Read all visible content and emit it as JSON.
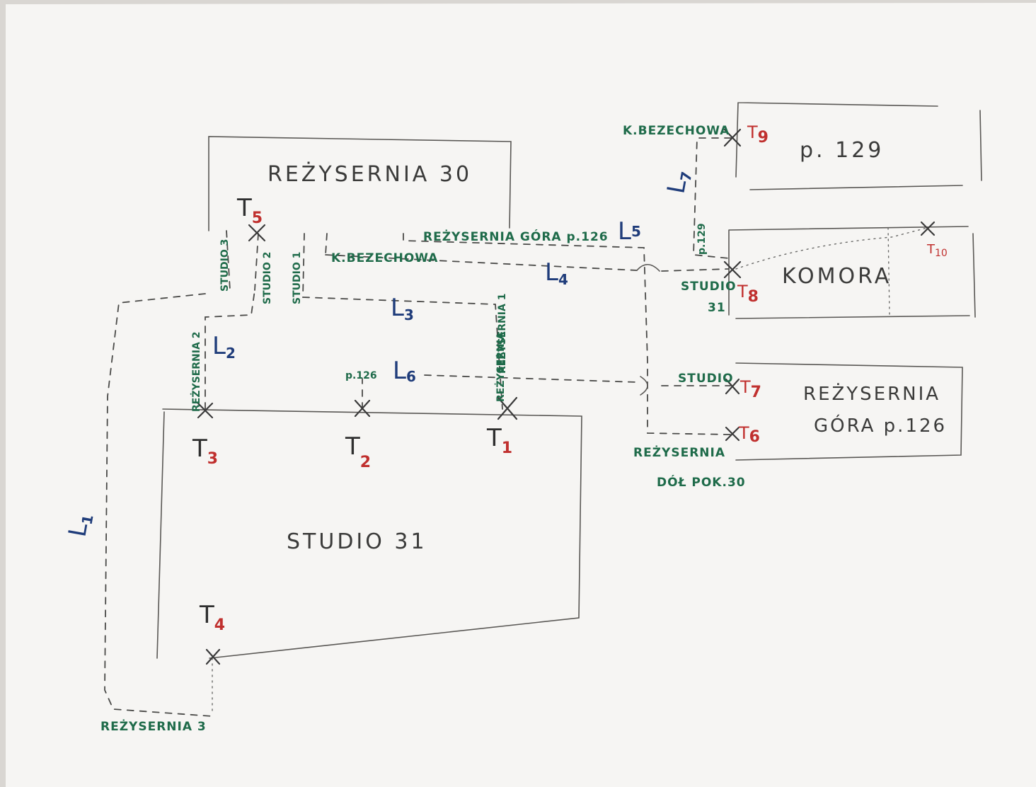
{
  "rooms": {
    "reżyserka30": "REŻYSERNIA 30",
    "studio31": "STUDIO 31",
    "p129": "p. 129",
    "komora": "KOMORA",
    "rezyserniaGora_1": "REŻYSERNIA",
    "rezyserniaGora_2": "GÓRA p.126"
  },
  "points": [
    {
      "id": "T1",
      "letter": "T",
      "num": "1"
    },
    {
      "id": "T2",
      "letter": "T",
      "num": "2"
    },
    {
      "id": "T3",
      "letter": "T",
      "num": "3"
    },
    {
      "id": "T4",
      "letter": "T",
      "num": "4"
    },
    {
      "id": "T5",
      "letter": "T",
      "num": "5"
    },
    {
      "id": "T6",
      "letter": "T",
      "num": "6"
    },
    {
      "id": "T7",
      "letter": "T",
      "num": "7"
    },
    {
      "id": "T8",
      "letter": "T",
      "num": "8"
    },
    {
      "id": "T9",
      "letter": "T",
      "num": "9"
    },
    {
      "id": "T10",
      "letter": "T",
      "num": "10"
    }
  ],
  "lines": [
    {
      "id": "L1",
      "letter": "L",
      "num": "1"
    },
    {
      "id": "L2",
      "letter": "L",
      "num": "2"
    },
    {
      "id": "L3",
      "letter": "L",
      "num": "3"
    },
    {
      "id": "L4",
      "letter": "L",
      "num": "4"
    },
    {
      "id": "L5",
      "letter": "L",
      "num": "5"
    },
    {
      "id": "L6",
      "letter": "L",
      "num": "6"
    },
    {
      "id": "L7",
      "letter": "L",
      "num": "7"
    }
  ],
  "annotations": {
    "studio3": "STUDIO 3",
    "studio2": "STUDIO 2",
    "studio1": "STUDIO 1",
    "rezGora126": "REŻYSERNIA GÓRA p.126",
    "kBezechowa_center": "K.BEZECHOWA",
    "kBezechowa_top": "K.BEZECHOWA",
    "rezyserka2": "REŻYSERNIA 2",
    "rezyserka1_a": "REŻYSERNIA 1",
    "rezyserka1_b": "REŻYSERNIA",
    "p126": "p.126",
    "p129_small": "p.129",
    "studio31_1": "STUDIO",
    "studio31_2": "31",
    "studio_right": "STUDIO",
    "rezyserkaDol_1": "REŻYSERNIA",
    "rezyserkaDol_2": "DÓŁ POK.30",
    "rezyserka3": "REŻYSERNIA 3"
  }
}
